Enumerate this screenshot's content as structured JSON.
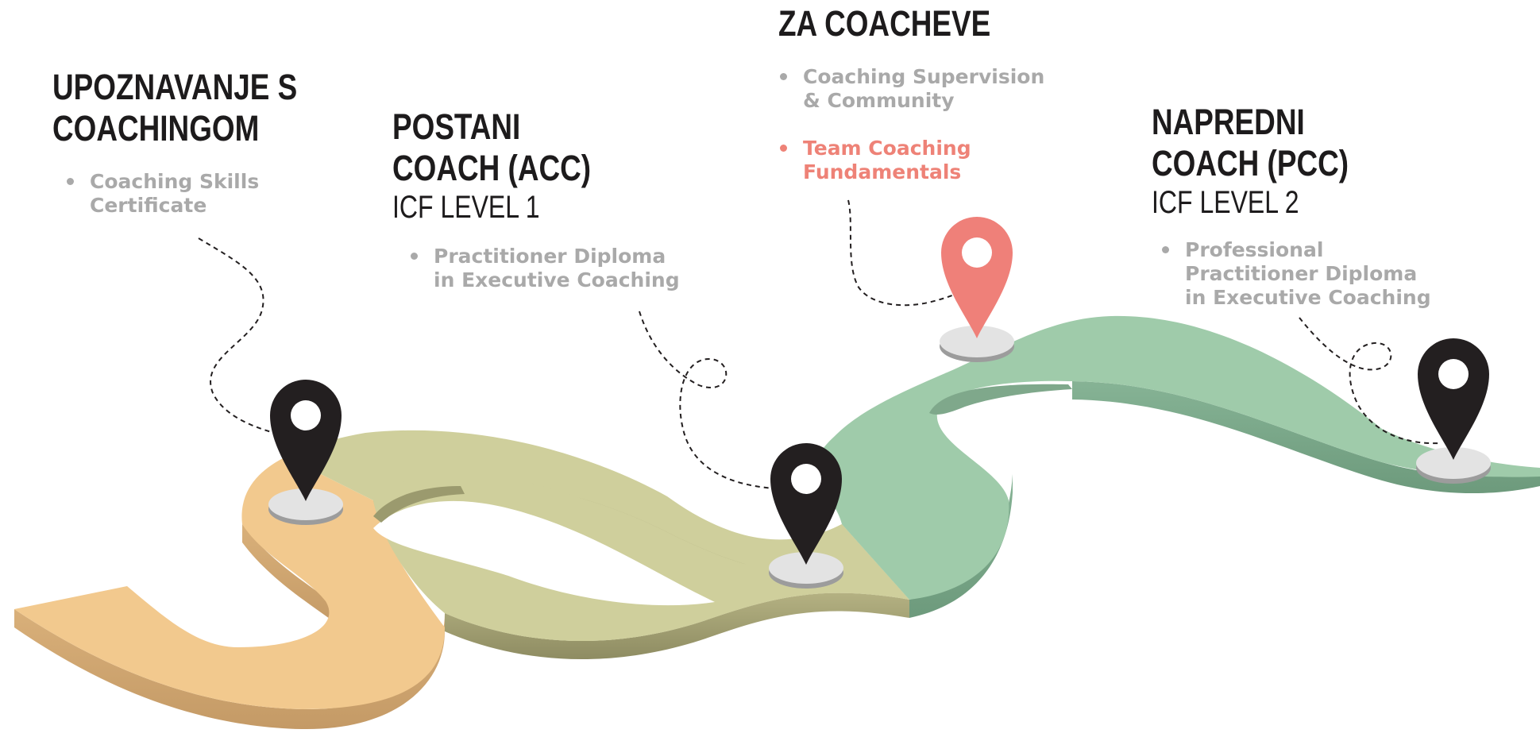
{
  "stages": [
    {
      "title_lines": [
        "UPOZNAVANJE S",
        "COACHINGOM"
      ],
      "level": "",
      "items": [
        {
          "lines": [
            "Coaching Skills",
            "Certificate"
          ],
          "highlight": false
        }
      ]
    },
    {
      "title_lines": [
        "POSTANI",
        "COACH (ACC)"
      ],
      "level": "ICF LEVEL 1",
      "items": [
        {
          "lines": [
            "Practitioner Diploma",
            "in Executive Coaching"
          ],
          "highlight": false
        }
      ]
    },
    {
      "title_lines": [
        "ZA COACHEVE"
      ],
      "level": "",
      "items": [
        {
          "lines": [
            "Coaching Supervision",
            "& Community"
          ],
          "highlight": false
        },
        {
          "lines": [
            "Team Coaching",
            "Fundamentals"
          ],
          "highlight": true
        }
      ]
    },
    {
      "title_lines": [
        "NAPREDNI",
        "COACH (PCC)"
      ],
      "level": "ICF LEVEL 2",
      "items": [
        {
          "lines": [
            "Professional",
            "Practitioner Diploma",
            "in Executive Coaching"
          ],
          "highlight": false
        }
      ]
    }
  ],
  "pins": [
    {
      "icon": "map-pin-icon",
      "color": "#231f20",
      "stage": 1
    },
    {
      "icon": "map-pin-icon",
      "color": "#231f20",
      "stage": 2
    },
    {
      "icon": "map-pin-icon",
      "color": "#ef8079",
      "stage": 3
    },
    {
      "icon": "map-pin-icon",
      "color": "#231f20",
      "stage": 4
    }
  ],
  "colors": {
    "title": "#1d1b1c",
    "item_text": "#a9a9a9",
    "highlight": "#ee8277",
    "road_orange": "#f2c98e",
    "road_olive": "#cfcf9c",
    "road_green": "#9fcbaa",
    "pin_dark": "#231f20",
    "pin_highlight": "#ef8079"
  }
}
